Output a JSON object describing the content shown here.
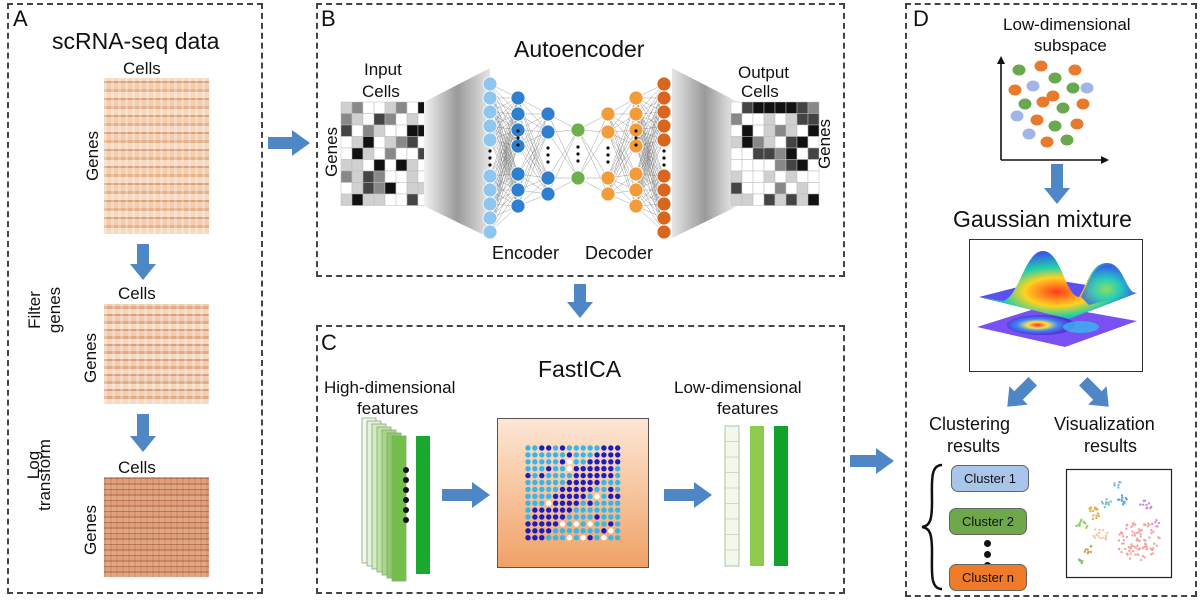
{
  "panels": {
    "a": {
      "letter": "A",
      "title": "scRNA-seq data",
      "cells_1": "Cells",
      "genes_1": "Genes",
      "filter_1": "Filter",
      "filter_2": "genes",
      "cells_2": "Cells",
      "genes_2": "Genes",
      "log_1": "Log",
      "log_2": "transform",
      "cells_3": "Cells",
      "genes_3": "Genes"
    },
    "b": {
      "letter": "B",
      "title": "Autoencoder",
      "input_1": "Input",
      "input_2": "Cells",
      "genes_left": "Genes",
      "output_1": "Output",
      "output_2": "Cells",
      "genes_right": "Genes",
      "encoder": "Encoder",
      "decoder": "Decoder"
    },
    "c": {
      "letter": "C",
      "title": "FastICA",
      "high_1": "High-dimensional",
      "high_2": "features",
      "low_1": "Low-dimensional",
      "low_2": "features"
    },
    "d": {
      "letter": "D",
      "subspace_1": "Low-dimensional",
      "subspace_2": "subspace",
      "gmm": "Gaussian mixture",
      "clust_1": "Clustering",
      "clust_2": "results",
      "vis_1": "Visualization",
      "vis_2": "results",
      "cluster1": "Cluster 1",
      "cluster2": "Cluster 2",
      "clustern": "Cluster n"
    }
  },
  "colors": {
    "arrow": "#4f86c6",
    "heat_light": "#f3d2b8",
    "heat_dark": "#d69a72",
    "enc_blue_light": "#8ec6f0",
    "enc_blue": "#2f7fd0",
    "latent_green": "#6ab04c",
    "dec_orange": "#f39c3a",
    "dec_dark": "#d9661f",
    "cluster1": "#a9c6ea",
    "cluster2": "#6ea84a",
    "clustern": "#ee7a2a"
  }
}
